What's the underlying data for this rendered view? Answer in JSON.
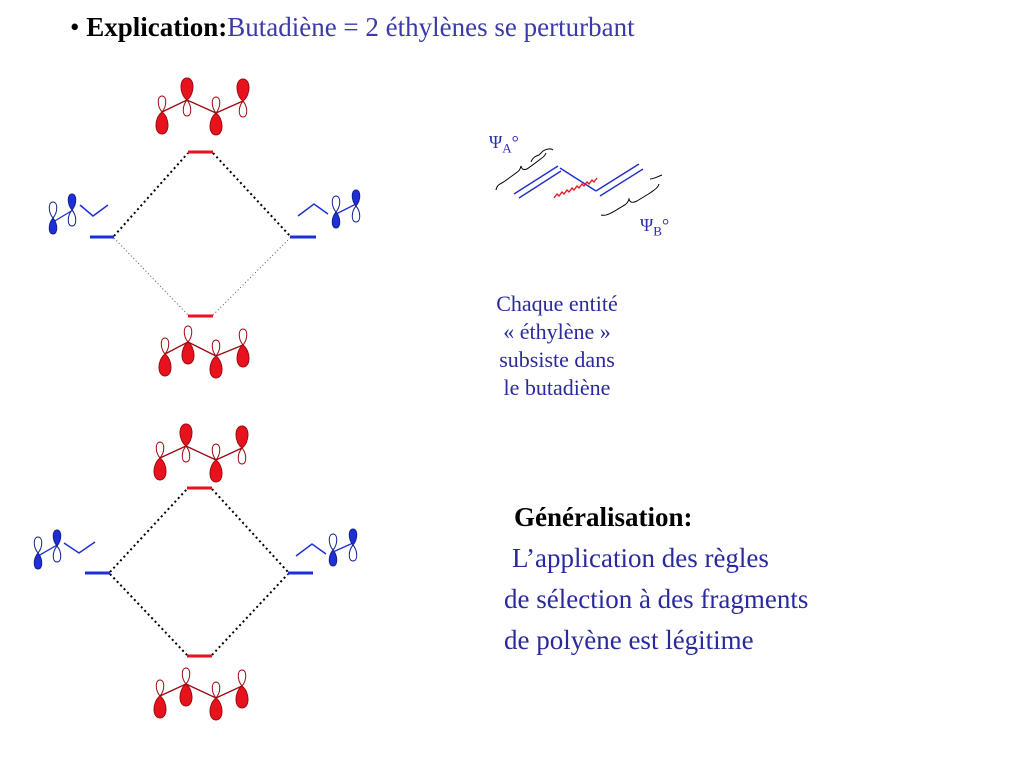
{
  "heading": {
    "bullet": "•",
    "keyword": "Explication:",
    "text": "Butadiène = 2 éthylènes se perturbant"
  },
  "butadiene_scheme": {
    "psi_a": {
      "symbol": "Ψ",
      "subscript": "A",
      "degree": "°"
    },
    "psi_b": {
      "symbol": "Ψ",
      "subscript": "B",
      "degree": "°"
    }
  },
  "explanation": {
    "lines": [
      "Chaque entité",
      "« éthylène »",
      "subsiste dans",
      "le butadiène"
    ]
  },
  "generalisation": {
    "title": "Généralisation:",
    "lines": [
      "L’application des règles",
      "de sélection à des fragments",
      "de polyène est légitime"
    ]
  },
  "colors": {
    "blue": "#1e2fd6",
    "red": "#e8121c",
    "dark_red": "#9c0a10",
    "text_blue": "#2a2a9e",
    "black": "#000000"
  },
  "icons": {
    "orbital_lobe": "p-orbital-lobe",
    "dotted_correlation": "correlation-line"
  }
}
